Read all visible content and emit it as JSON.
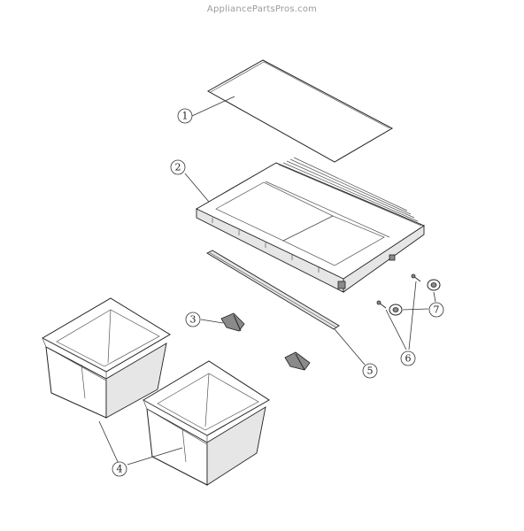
{
  "watermark": "AppliancePartsPros.com",
  "callouts": [
    {
      "id": "1",
      "label": "1",
      "part": "glass-shelf"
    },
    {
      "id": "2",
      "label": "2",
      "part": "crisper-cover-frame"
    },
    {
      "id": "3",
      "label": "3",
      "part": "drawer-slide-left"
    },
    {
      "id": "4",
      "label": "4",
      "part": "crisper-pans"
    },
    {
      "id": "5",
      "label": "5",
      "part": "drawer-rail"
    },
    {
      "id": "6",
      "label": "6",
      "part": "screws"
    },
    {
      "id": "7",
      "label": "7",
      "part": "rollers"
    }
  ]
}
